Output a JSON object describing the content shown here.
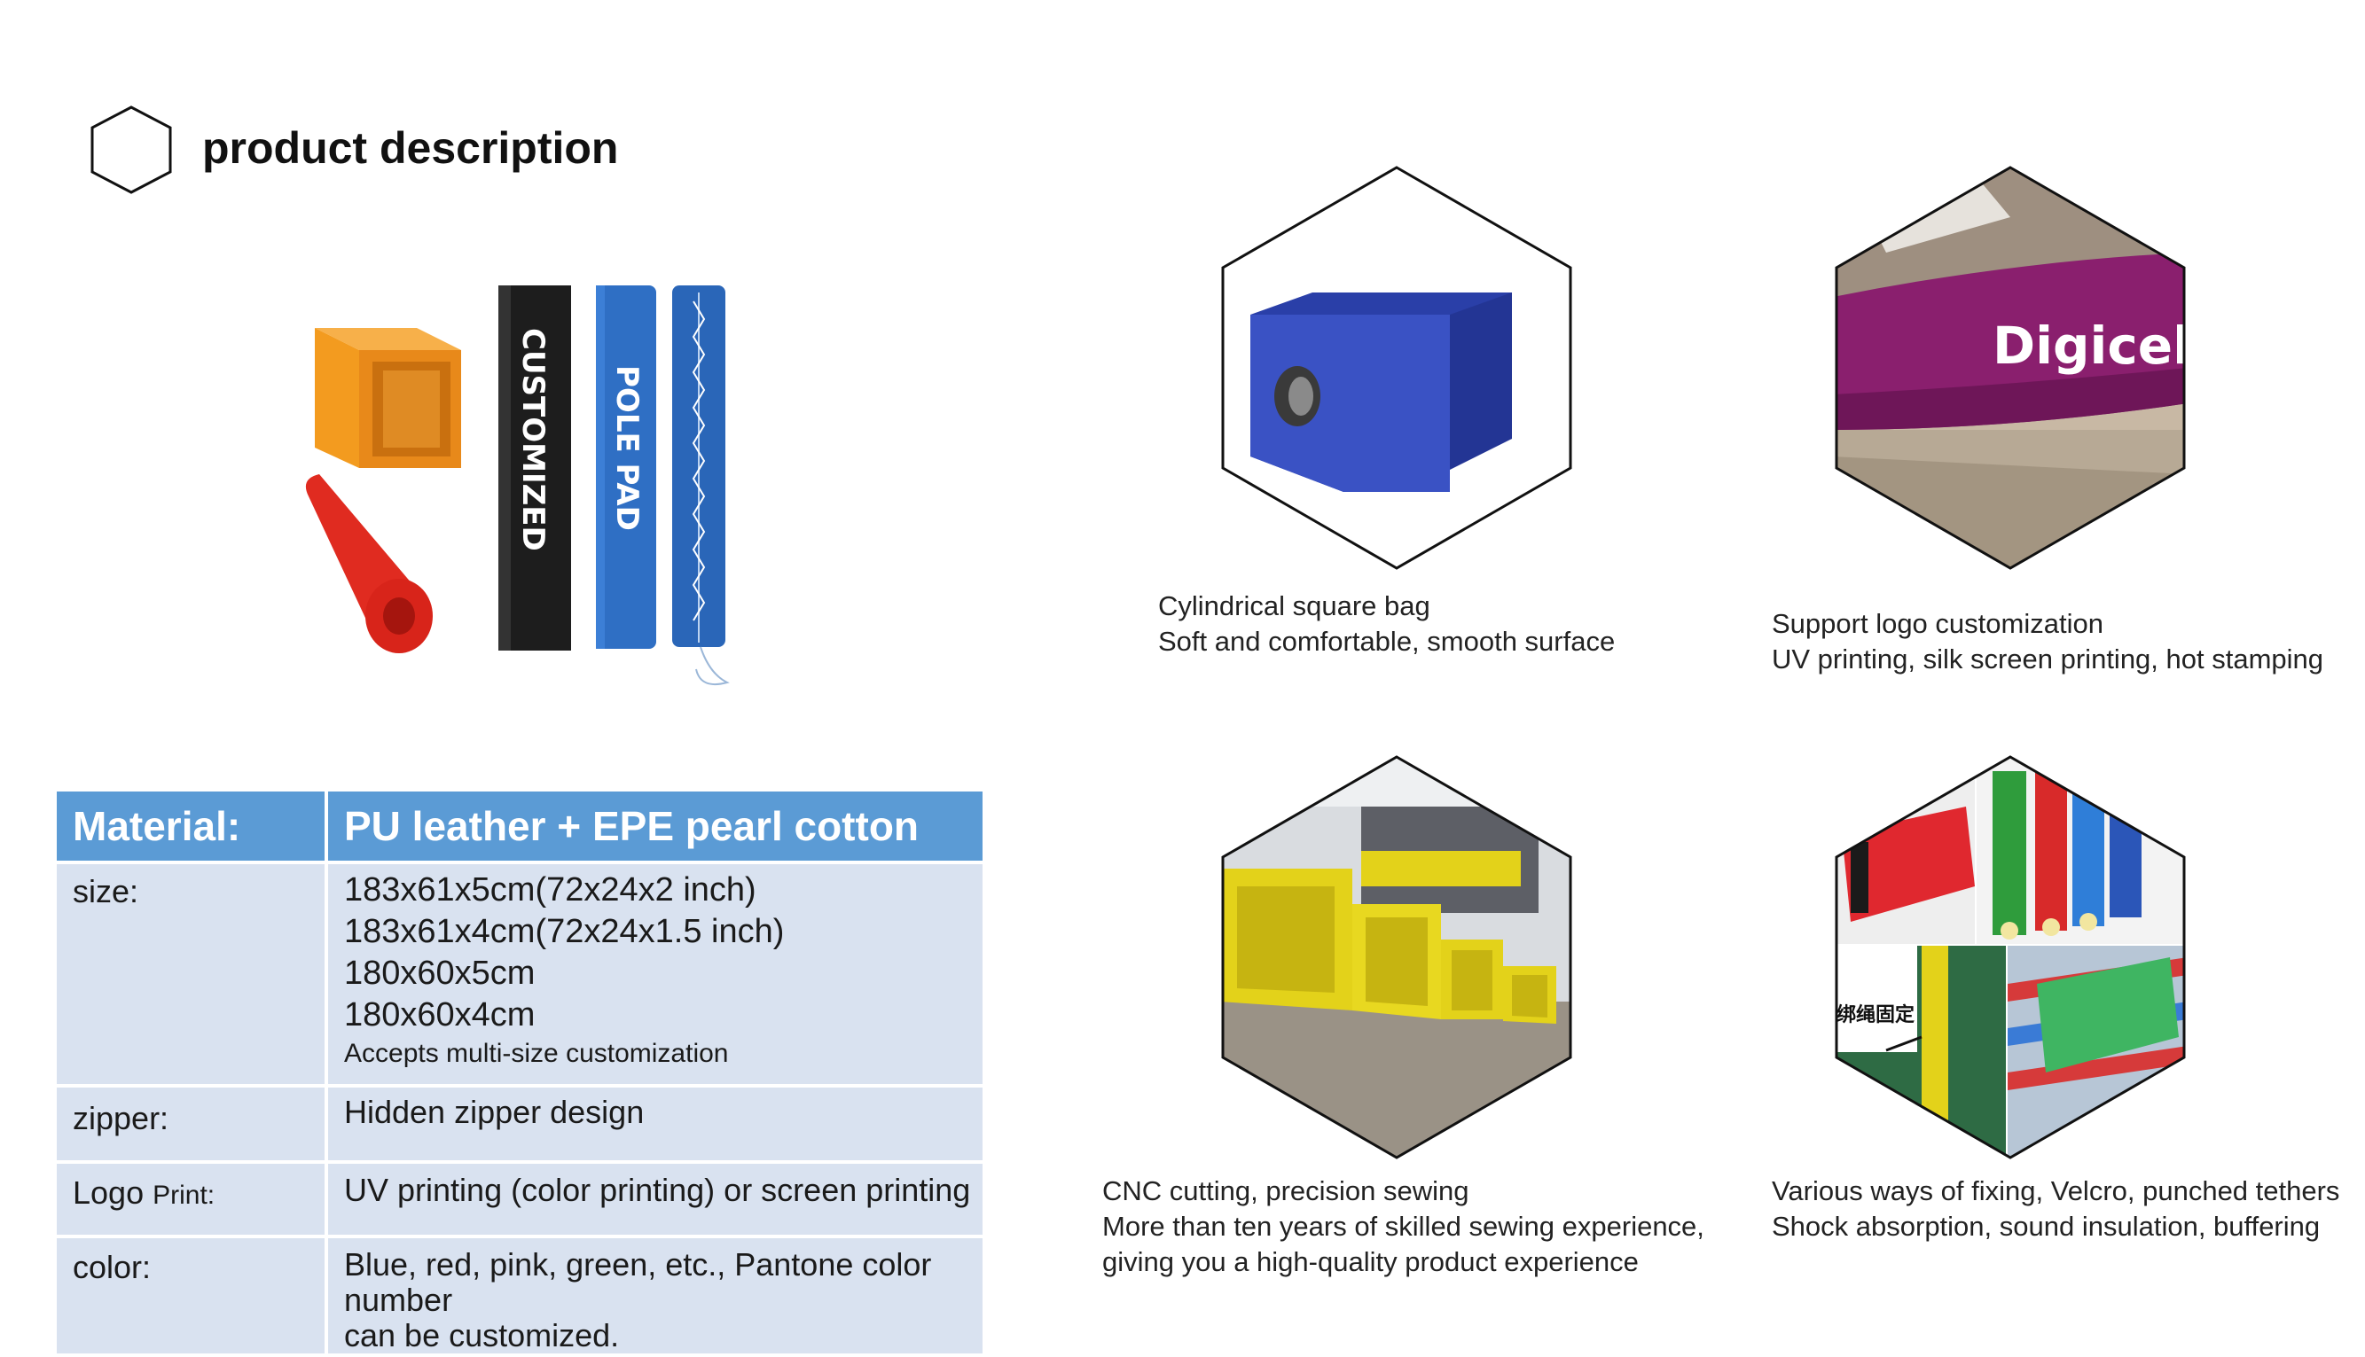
{
  "title": "product description",
  "product_image": {
    "pad1_text": "CUSTOMIZED",
    "pad2_text": "POLE PAD"
  },
  "spec": {
    "header": {
      "key": "Material:",
      "value": "PU leather + EPE pearl cotton"
    },
    "size": {
      "key": "size:",
      "lines": [
        "183x61x5cm(72x24x2    inch)",
        "183x61x4cm(72x24x1.5 inch)",
        "180x60x5cm",
        "180x60x4cm"
      ],
      "note": "Accepts multi-size customization"
    },
    "zipper": {
      "key": "zipper:",
      "value": "Hidden zipper design"
    },
    "logo": {
      "key_main": "Logo ",
      "key_small": "Print:",
      "value": "UV printing (color printing) or screen printing"
    },
    "color": {
      "key": "color:",
      "value_line1": "Blue, red, pink, green, etc., Pantone color number",
      "value_line2": "can be customized."
    }
  },
  "features": [
    {
      "lines": [
        "Cylindrical square bag",
        "Soft and comfortable, smooth surface"
      ]
    },
    {
      "lines": [
        "Support logo customization",
        "UV printing, silk screen printing, hot stamping"
      ],
      "brand_text": "Digicel"
    },
    {
      "lines": [
        "CNC cutting, precision sewing",
        "More than ten years of skilled sewing experience,",
        "giving you a high-quality product experience"
      ]
    },
    {
      "lines": [
        "Various ways of fixing, Velcro, punched tethers",
        "Shock absorption, sound insulation, buffering"
      ],
      "photo_label": "绑绳固定"
    }
  ],
  "colors": {
    "table_header": "#5b9bd5",
    "table_row": "#d9e2f0",
    "pad_black": "#1d1d1d",
    "pad_blue": "#2f6fc4",
    "pad_orange": "#f39b1f",
    "pad_red": "#e02b20",
    "yellow_pad": "#e3d21a",
    "digicel_purple": "#8a1f6e"
  }
}
